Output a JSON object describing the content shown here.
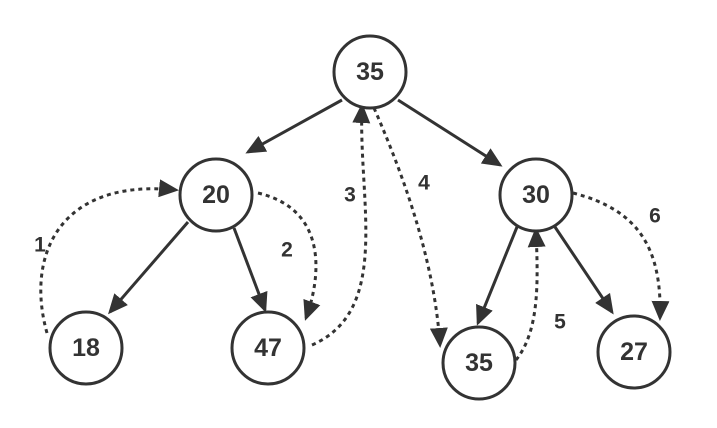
{
  "nodes": {
    "root": "35",
    "left": "20",
    "right": "30",
    "left_left": "18",
    "left_right": "47",
    "right_left": "35",
    "right_right": "27"
  },
  "steps": {
    "s1": "1",
    "s2": "2",
    "s3": "3",
    "s4": "4",
    "s5": "5",
    "s6": "6"
  },
  "colors": {
    "stroke": "#333333",
    "background": "#ffffff"
  }
}
